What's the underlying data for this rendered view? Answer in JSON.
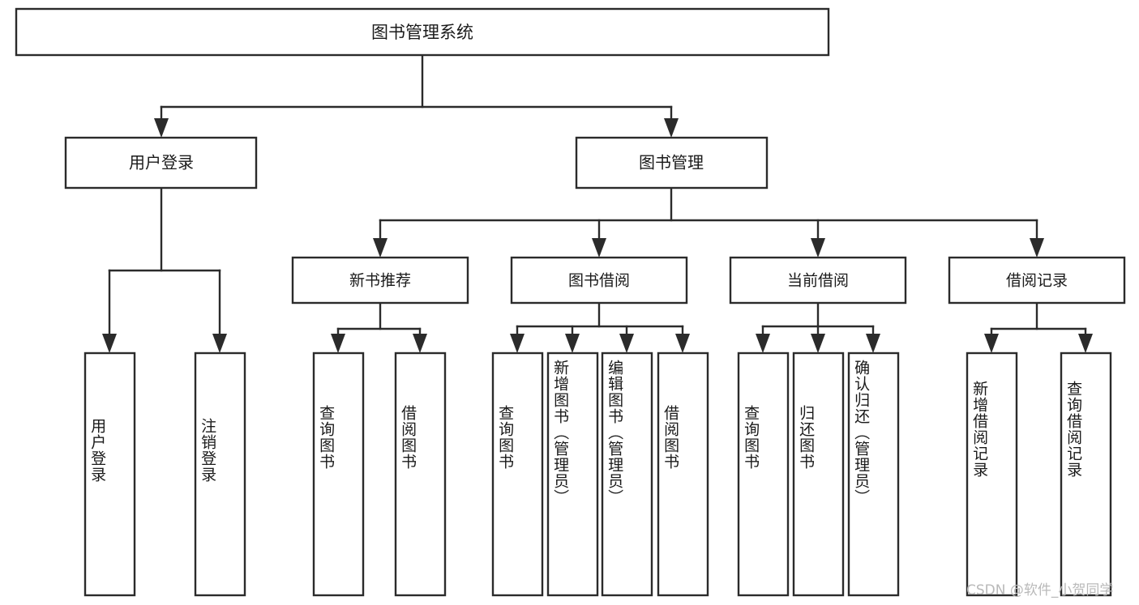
{
  "diagram": {
    "type": "hierarchy-tree",
    "title": "图书管理系统",
    "root": {
      "label": "图书管理系统",
      "level": 1
    },
    "level2": [
      {
        "id": "user-login",
        "label": "用户登录"
      },
      {
        "id": "book-management",
        "label": "图书管理"
      }
    ],
    "level3": [
      {
        "id": "new-book-recommend",
        "label": "新书推荐",
        "parent": "book-management"
      },
      {
        "id": "book-borrow",
        "label": "图书借阅",
        "parent": "book-management"
      },
      {
        "id": "current-borrow",
        "label": "当前借阅",
        "parent": "book-management"
      },
      {
        "id": "borrow-record",
        "label": "借阅记录",
        "parent": "book-management"
      }
    ],
    "leaves": [
      {
        "id": "leaf-user-login",
        "label": "用户登录",
        "parent": "user-login",
        "align": "bottom"
      },
      {
        "id": "leaf-logout-login",
        "label": "注销登录",
        "parent": "user-login",
        "align": "bottom"
      },
      {
        "id": "leaf-query-book-1",
        "label": "查询图书",
        "parent": "new-book-recommend",
        "align": "center"
      },
      {
        "id": "leaf-borrow-book-1",
        "label": "借阅图书",
        "parent": "new-book-recommend",
        "align": "center"
      },
      {
        "id": "leaf-query-book-2",
        "label": "查询图书",
        "parent": "book-borrow",
        "align": "center"
      },
      {
        "id": "leaf-add-book",
        "label": "新增图书（管理员）",
        "parent": "book-borrow",
        "align": "top"
      },
      {
        "id": "leaf-edit-book",
        "label": "编辑图书（管理员）",
        "parent": "book-borrow",
        "align": "top"
      },
      {
        "id": "leaf-borrow-book-2",
        "label": "借阅图书",
        "parent": "book-borrow",
        "align": "center"
      },
      {
        "id": "leaf-query-book-3",
        "label": "查询图书",
        "parent": "current-borrow",
        "align": "center"
      },
      {
        "id": "leaf-return-book",
        "label": "归还图书",
        "parent": "current-borrow",
        "align": "center"
      },
      {
        "id": "leaf-confirm-return",
        "label": "确认归还（管理员）",
        "parent": "current-borrow",
        "align": "top"
      },
      {
        "id": "leaf-add-record",
        "label": "新增借阅记录",
        "parent": "borrow-record",
        "align": "center"
      },
      {
        "id": "leaf-query-record",
        "label": "查询借阅记录",
        "parent": "borrow-record",
        "align": "center"
      }
    ],
    "colors": {
      "stroke": "#2b2b2b",
      "fill": "#ffffff",
      "text": "#1a1a1a",
      "watermark": "#b9b9b9",
      "background": "#ffffff"
    }
  },
  "watermark": {
    "text": "CSDN @软件_小贺同学"
  }
}
